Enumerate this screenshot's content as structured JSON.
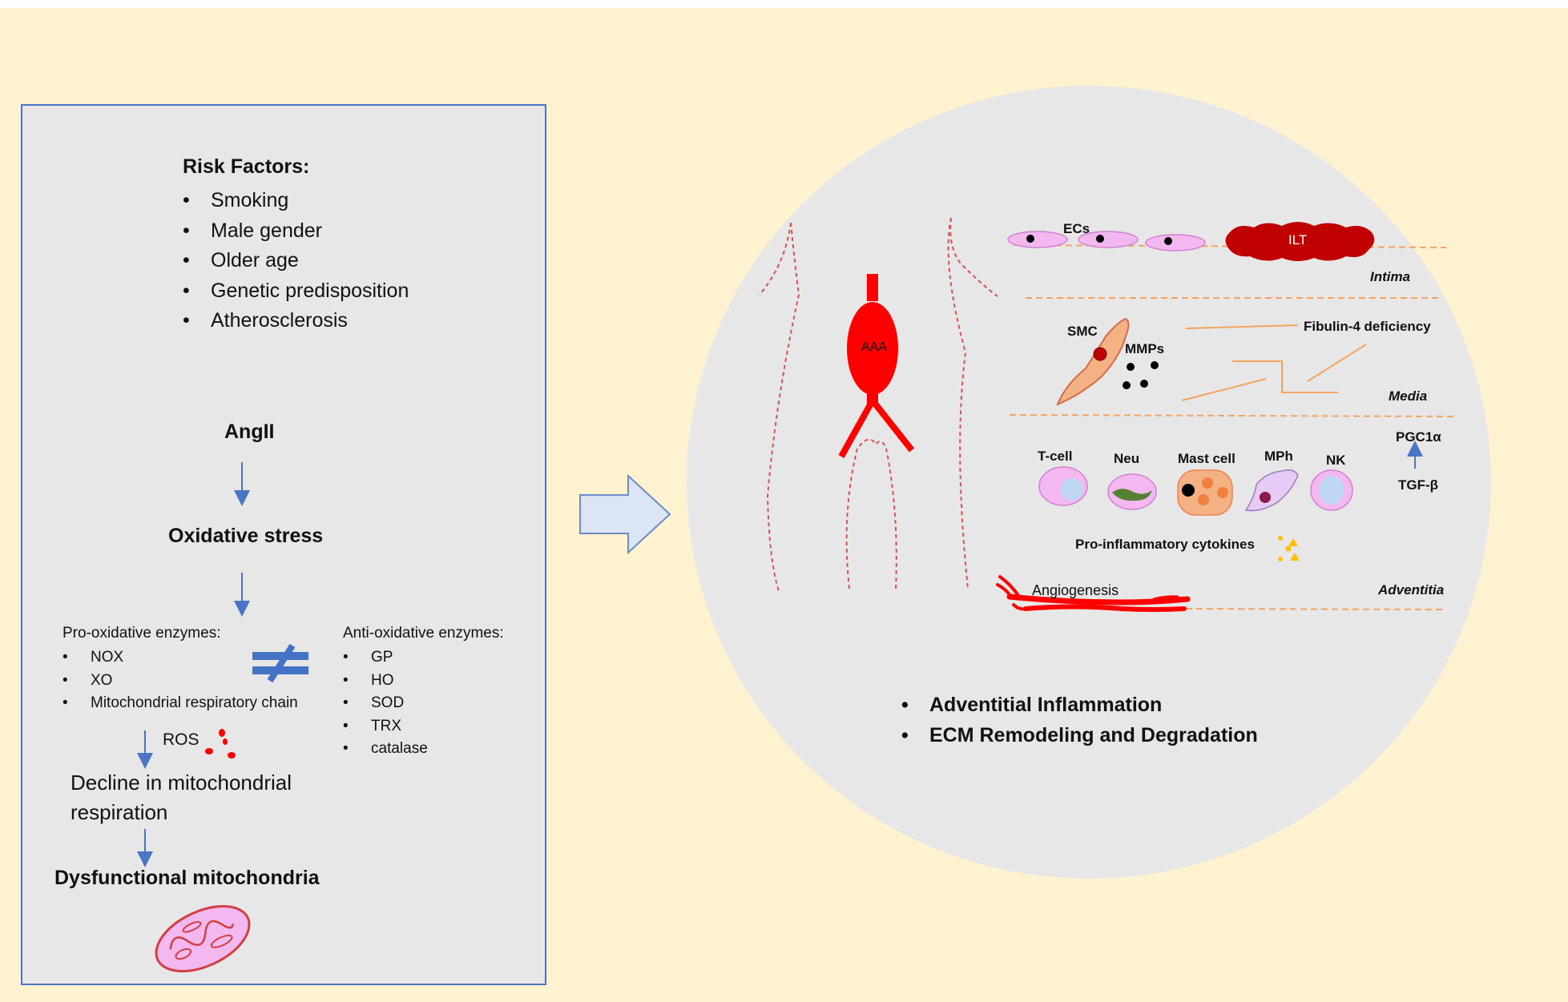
{
  "left_panel": {
    "risk_factors_title": "Risk Factors:",
    "risk_factors": [
      "Smoking",
      "Male gender",
      "Older age",
      "Genetic predisposition",
      "Atherosclerosis"
    ],
    "angii": "AngII",
    "oxidative_stress": "Oxidative stress",
    "pro_oxidative_title": "Pro-oxidative enzymes:",
    "pro_oxidative": [
      "NOX",
      "XO",
      "Mitochondrial respiratory chain"
    ],
    "anti_oxidative_title": "Anti-oxidative enzymes:",
    "anti_oxidative": [
      "GP",
      "HO",
      "SOD",
      "TRX",
      "catalase"
    ],
    "ros": "ROS",
    "decline": "Decline in mitochondrial respiration",
    "dysfunctional": "Dysfunctional mitochondria"
  },
  "circle": {
    "aaa_label": "AAA",
    "ecs": "ECs",
    "ilt": "ILT",
    "smc": "SMC",
    "mmps": "MMPs",
    "fibulin": "Fibulin-4 deficiency",
    "pgc": "PGC1α",
    "tgf": "TGF-β",
    "tcell": "T-cell",
    "neu": "Neu",
    "mast": "Mast cell",
    "mph": "MPh",
    "nk": "NK",
    "cytokines": "Pro-inflammatory cytokines",
    "angiogenesis": "Angiogenesis",
    "layers": {
      "intima": "Intima",
      "media": "Media",
      "adventitia": "Adventitia"
    },
    "summary": [
      "Adventitial Inflammation",
      "ECM Remodeling and Degradation"
    ]
  },
  "colors": {
    "background": "#FEF2D0",
    "panel": "#E7E7E7",
    "panel_border": "#4A74C4",
    "arrow": "#4A74C4",
    "aorta": "#FF0000",
    "ilt": "#C00000",
    "layer_line": "#F4A460"
  }
}
